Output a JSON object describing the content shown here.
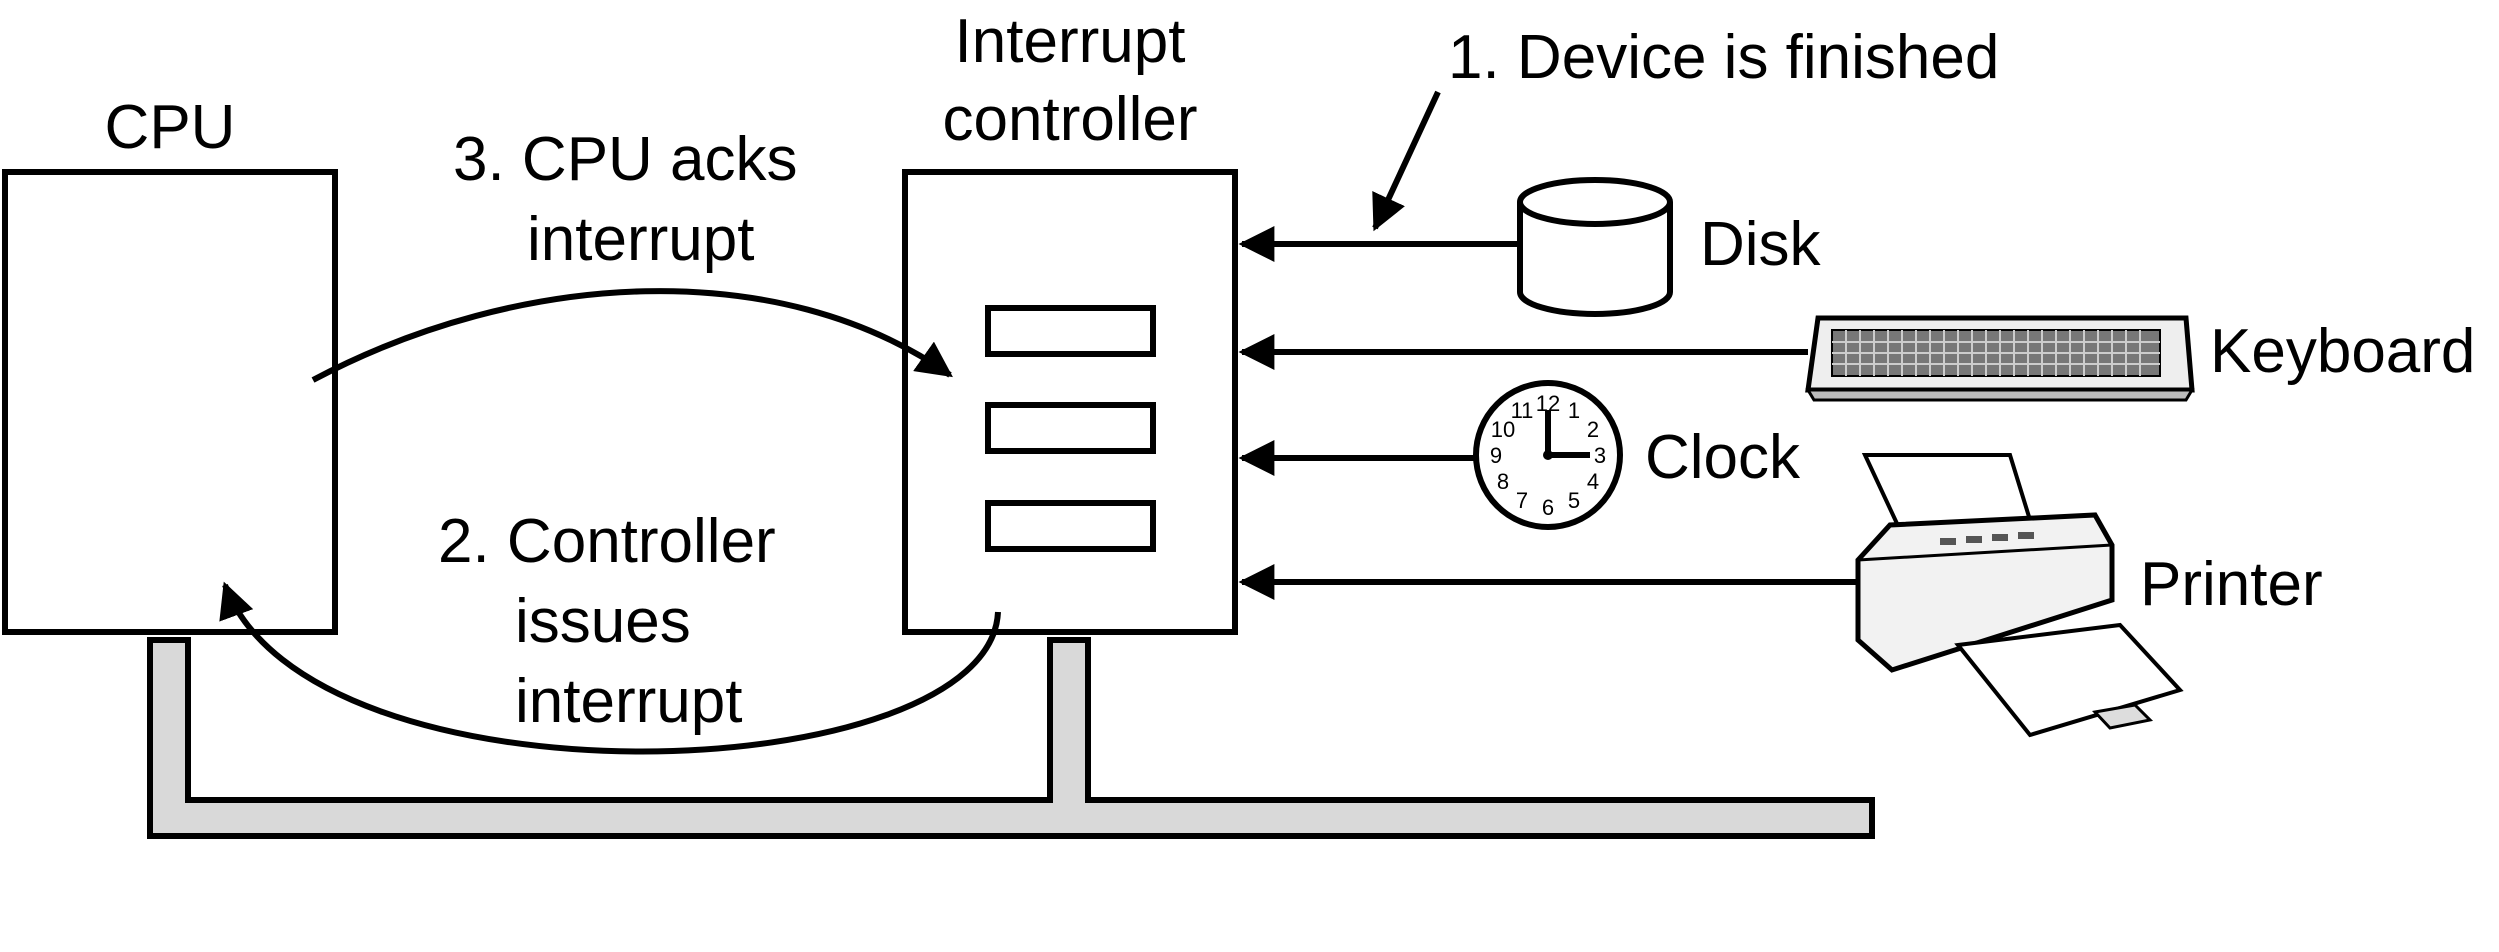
{
  "labels": {
    "cpu": "CPU",
    "interrupt_controller_line1": "Interrupt",
    "interrupt_controller_line2": "controller",
    "step1": "1. Device is finished",
    "step2_line1": "2. Controller",
    "step2_line2": "issues",
    "step2_line3": "interrupt",
    "step3_line1": "3. CPU acks",
    "step3_line2": "interrupt",
    "disk": "Disk",
    "keyboard": "Keyboard",
    "clock": "Clock",
    "printer": "Printer"
  },
  "clock_numerals": [
    "12",
    "1",
    "2",
    "3",
    "4",
    "5",
    "6",
    "7",
    "8",
    "9",
    "10",
    "11"
  ],
  "colors": {
    "bus_fill": "#d9d9d9",
    "stroke": "#000000",
    "background": "#ffffff"
  },
  "icons": [
    "disk-icon",
    "keyboard-icon",
    "clock-icon",
    "printer-icon"
  ]
}
